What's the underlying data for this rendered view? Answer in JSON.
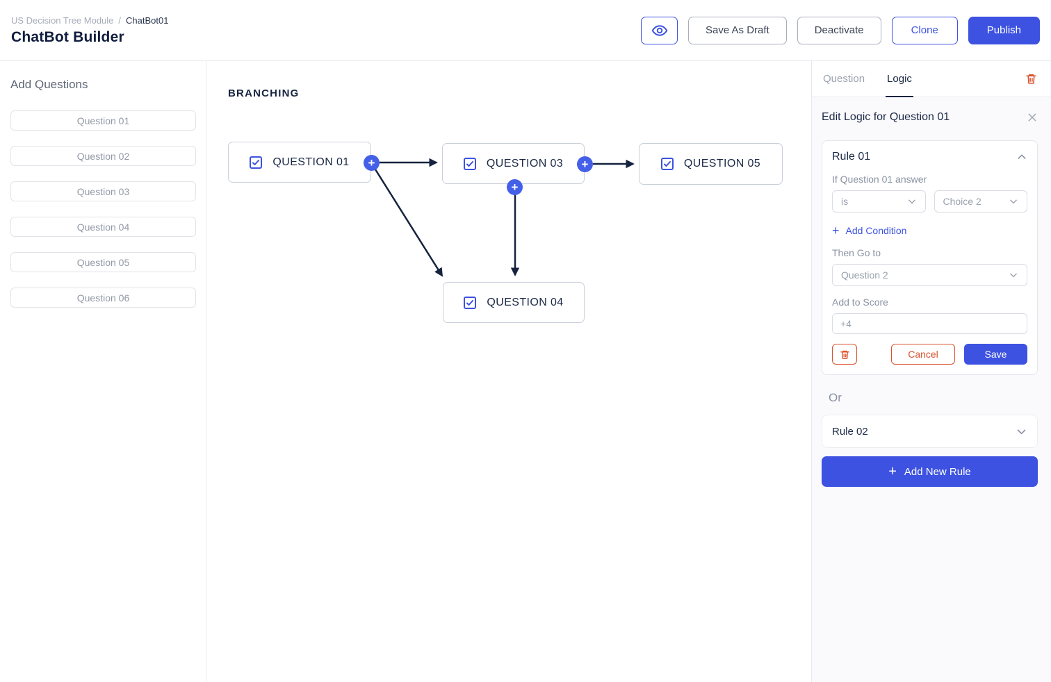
{
  "header": {
    "breadcrumb": {
      "parent": "US Decision Tree Module",
      "separator": "/",
      "current": "ChatBot01"
    },
    "title": "ChatBot Builder",
    "actions": {
      "preview_icon": "eye-icon",
      "save_as_draft": "Save As Draft",
      "deactivate": "Deactivate",
      "clone": "Clone",
      "publish": "Publish"
    }
  },
  "sidebar": {
    "title": "Add Questions",
    "questions": [
      "Question 01",
      "Question 02",
      "Question 03",
      "Question 04",
      "Question 05",
      "Question 06"
    ]
  },
  "canvas": {
    "title": "BRANCHING",
    "nodes": [
      {
        "id": "question-01",
        "label": "QUESTION 01",
        "checked": true
      },
      {
        "id": "question-03",
        "label": "QUESTION 03",
        "checked": true
      },
      {
        "id": "question-05",
        "label": "QUESTION 05",
        "checked": true
      },
      {
        "id": "question-04",
        "label": "QUESTION 04",
        "checked": true
      }
    ],
    "edges": [
      {
        "from": "question-01",
        "to": "question-03"
      },
      {
        "from": "question-03",
        "to": "question-05"
      },
      {
        "from": "question-01",
        "to": "question-04"
      },
      {
        "from": "question-03",
        "to": "question-04"
      }
    ]
  },
  "logic_panel": {
    "tabs": {
      "question": "Question",
      "logic": "Logic"
    },
    "active_tab": "Logic",
    "heading": "Edit Logic for Question 01",
    "rule_01": {
      "title": "Rule 01",
      "expanded": true,
      "condition_label": "If Question 01 answer",
      "operator_value": "is",
      "choice_value": "Choice 2",
      "add_condition_label": "Add Condition",
      "then_go_to_label": "Then Go to",
      "go_to_value": "Question 2",
      "add_to_score_label": "Add to Score",
      "score_value": "+4",
      "cancel_label": "Cancel",
      "save_label": "Save"
    },
    "or_label": "Or",
    "rule_02": {
      "title": "Rule 02",
      "expanded": false
    },
    "add_new_rule_label": "Add New Rule"
  },
  "colors": {
    "accent_blue": "#3D52E0",
    "plus_circle_blue": "#4560E8",
    "danger_red": "#D9512C",
    "dark_navy": "#1B2947",
    "arrow_navy": "#16233F",
    "muted_gray": "#9AA1AE"
  }
}
